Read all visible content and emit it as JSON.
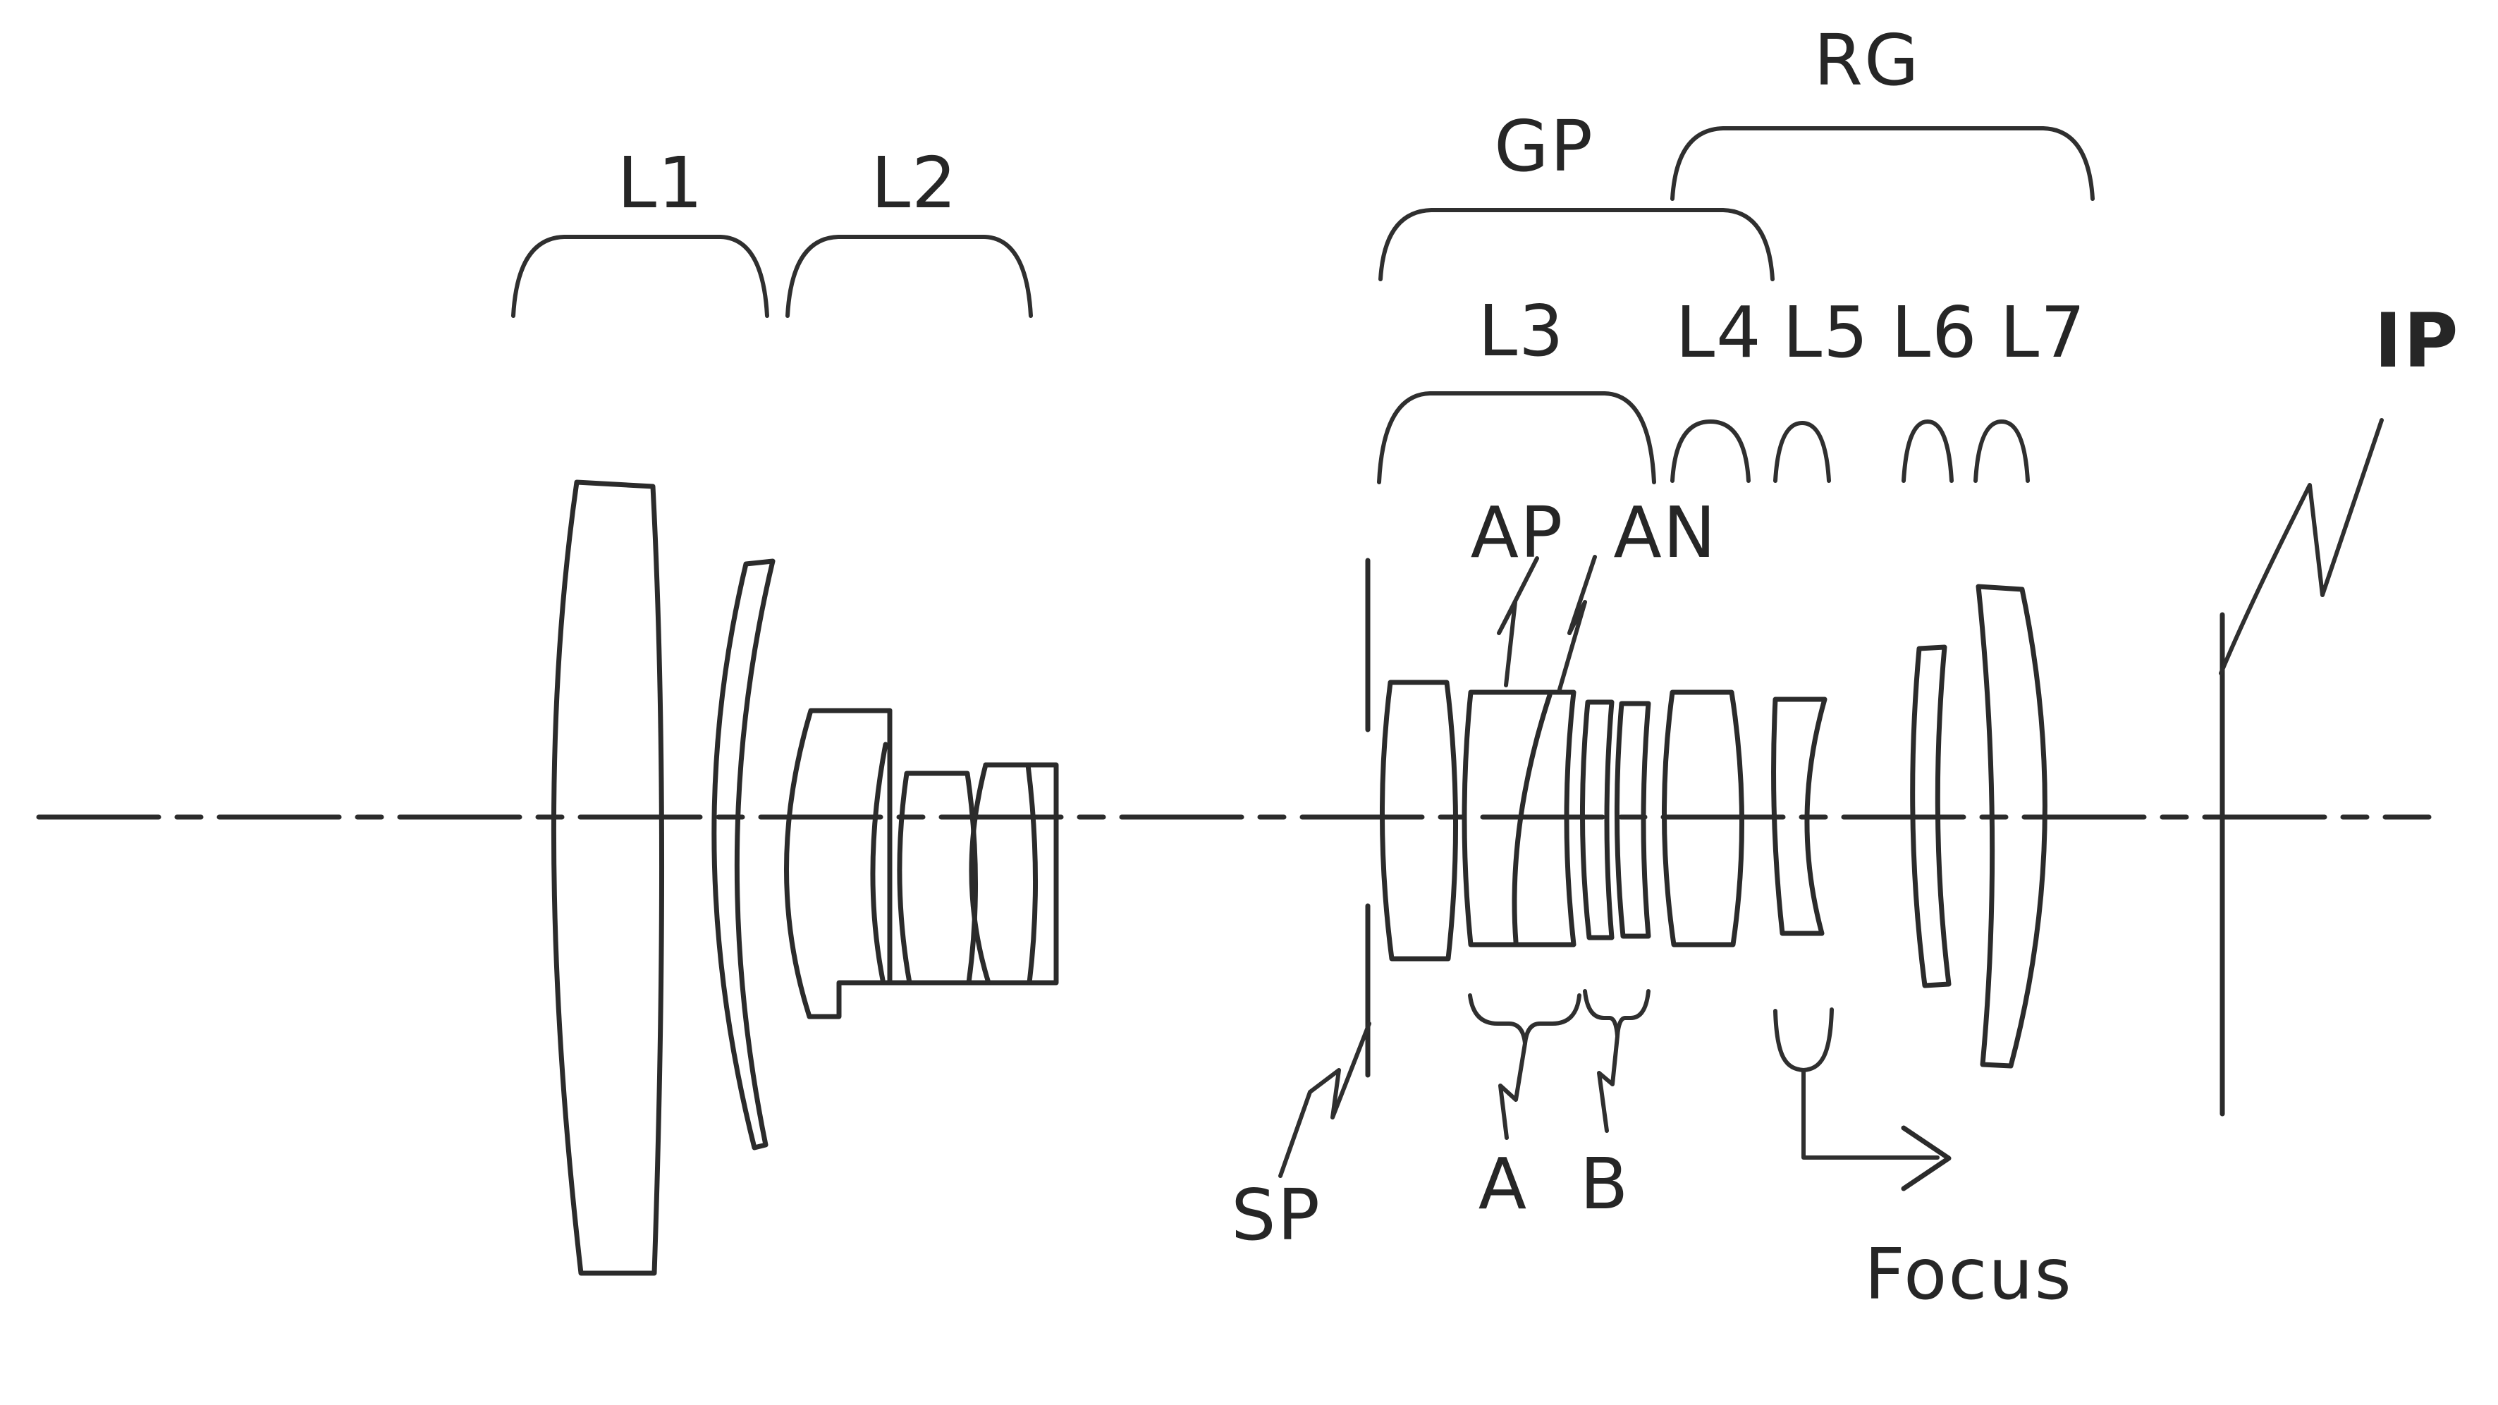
{
  "figure": {
    "type": "patent-optical-lens-cross-section",
    "colors": {
      "ink": "#2b2b2b",
      "background": "#ffffff"
    },
    "labels": {
      "group_l1": "L1",
      "group_l2": "L2",
      "group_gp": "GP",
      "group_rg": "RG",
      "lens_l3": "L3",
      "lens_l4": "L4",
      "lens_l5": "L5",
      "lens_l6": "L6",
      "lens_l7": "L7",
      "aperture_stop": "SP",
      "positive_element": "AP",
      "negative_element": "AN",
      "sub_unit_a": "A",
      "sub_unit_b": "B",
      "image_plane": "IP",
      "focus_direction": "Focus"
    }
  }
}
